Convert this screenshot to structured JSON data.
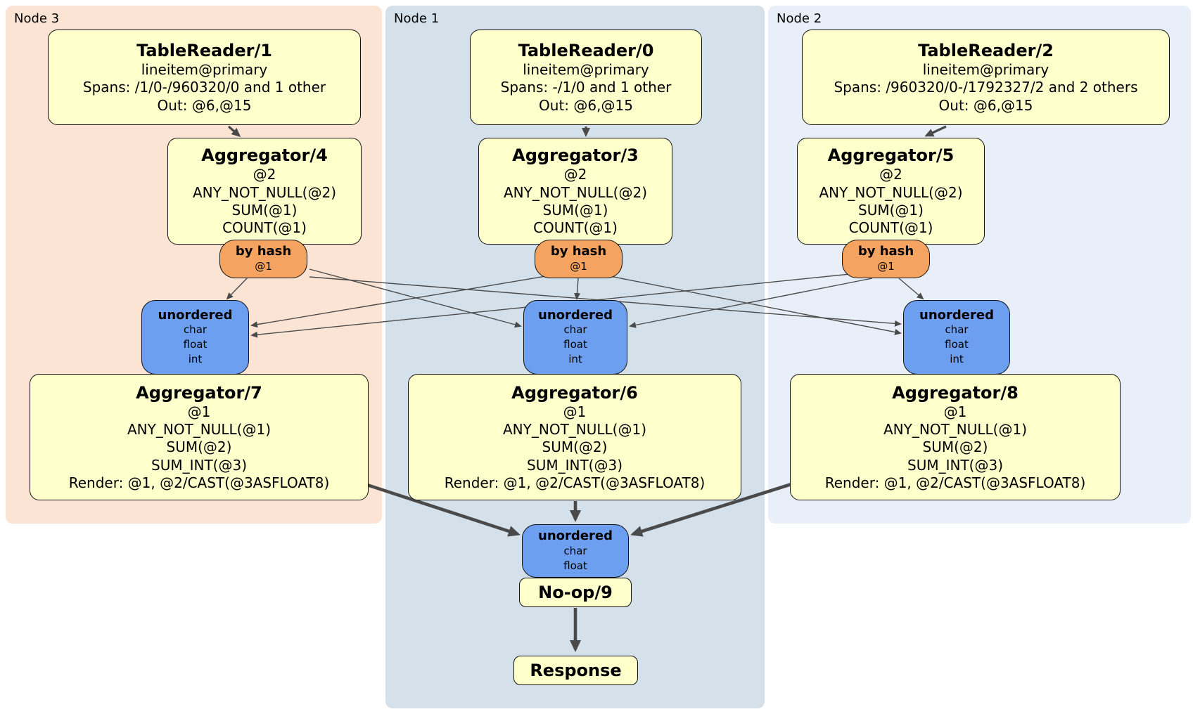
{
  "nodes": [
    {
      "label": "Node 3"
    },
    {
      "label": "Node 1"
    },
    {
      "label": "Node 2"
    }
  ],
  "processors": [
    {
      "title": "TableReader/1",
      "lines": [
        "lineitem@primary",
        "Spans: /1/0-/960320/0 and 1 other",
        "Out: @6,@15"
      ]
    },
    {
      "title": "Aggregator/4",
      "lines": [
        "@2",
        "ANY_NOT_NULL(@2)",
        "SUM(@1)",
        "COUNT(@1)"
      ]
    },
    {
      "title": "Aggregator/7",
      "lines": [
        "@1",
        "ANY_NOT_NULL(@1)",
        "SUM(@2)",
        "SUM_INT(@3)",
        "Render: @1, @2/CAST(@3ASFLOAT8)"
      ]
    },
    {
      "title": "TableReader/0",
      "lines": [
        "lineitem@primary",
        "Spans: -/1/0 and 1 other",
        "Out: @6,@15"
      ]
    },
    {
      "title": "Aggregator/3",
      "lines": [
        "@2",
        "ANY_NOT_NULL(@2)",
        "SUM(@1)",
        "COUNT(@1)"
      ]
    },
    {
      "title": "Aggregator/6",
      "lines": [
        "@1",
        "ANY_NOT_NULL(@1)",
        "SUM(@2)",
        "SUM_INT(@3)",
        "Render: @1, @2/CAST(@3ASFLOAT8)"
      ]
    },
    {
      "title": "TableReader/2",
      "lines": [
        "lineitem@primary",
        "Spans: /960320/0-/1792327/2 and 2 others",
        "Out: @6,@15"
      ]
    },
    {
      "title": "Aggregator/5",
      "lines": [
        "@2",
        "ANY_NOT_NULL(@2)",
        "SUM(@1)",
        "COUNT(@1)"
      ]
    },
    {
      "title": "Aggregator/8",
      "lines": [
        "@1",
        "ANY_NOT_NULL(@1)",
        "SUM(@2)",
        "SUM_INT(@3)",
        "Render: @1, @2/CAST(@3ASFLOAT8)"
      ]
    },
    {
      "title": "No-op/9",
      "lines": []
    },
    {
      "title": "Response",
      "lines": []
    }
  ],
  "routers": [
    {
      "label": "by hash",
      "detail": "@1"
    },
    {
      "label": "by hash",
      "detail": "@1"
    },
    {
      "label": "by hash",
      "detail": "@1"
    }
  ],
  "syncs": [
    {
      "label": "unordered",
      "types": [
        "char",
        "float",
        "int"
      ]
    },
    {
      "label": "unordered",
      "types": [
        "char",
        "float",
        "int"
      ]
    },
    {
      "label": "unordered",
      "types": [
        "char",
        "float",
        "int"
      ]
    },
    {
      "label": "unordered",
      "types": [
        "char",
        "float"
      ]
    }
  ],
  "colors": {
    "node3-bg": "#fce4d5",
    "node1-bg": "#d4e1ea",
    "node2-bg": "#e9eff9",
    "processor-fill": "#ffffcc",
    "router-fill": "#f4a460",
    "sync-fill": "#6d9ff0",
    "edge": "#4a4a4a"
  }
}
